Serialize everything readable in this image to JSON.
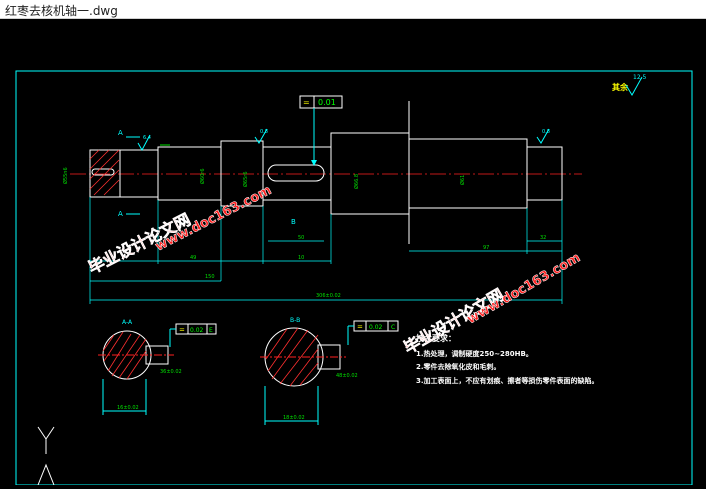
{
  "window": {
    "title": "红枣去核机轴一.dwg"
  },
  "colors": {
    "canvas": "#000000",
    "outline": "#ffffff",
    "dimension": "#00e000",
    "centerline": "#ff2020",
    "frame": "#00ffff",
    "leader": "#00ffff",
    "tolerance": "#ffff00",
    "watermark": "#ff2020",
    "hatch": "#ff3030"
  },
  "drawing": {
    "roughness_note": {
      "label": "其余",
      "value": "12.5"
    },
    "roughness": [
      "6.4",
      "0.8",
      "0.8"
    ],
    "section_marks": [
      "A",
      "A",
      "B"
    ],
    "tolerance_top": "0.01",
    "dims": {
      "d_left": "Ø55n6",
      "d_mid1": "Ø60r6",
      "d_mid2": "Ø65r6",
      "d_mid3": "Ø66.8",
      "d_right": "Ø61",
      "len_left": "49",
      "len_mid": "50",
      "len_mid2": "10",
      "len_right": "97",
      "len_right2": "32",
      "len_total_a": "150",
      "len_total": "306±0.02"
    },
    "sections": {
      "aa": {
        "label": "A-A",
        "tol_symbol": "=",
        "tol_value": "0.02",
        "datum": "E",
        "width": "16±0.02",
        "depth": "36±0.02"
      },
      "bb": {
        "label": "B-B",
        "tol_symbol": "=",
        "tol_value": "0.02",
        "datum": "C",
        "width": "18±0.02",
        "depth": "48±0.02"
      }
    },
    "requirements": {
      "heading": "技术要求：",
      "items": [
        "1.热处理，调制硬度250~280HB。",
        "2.零件去除氧化皮和毛刺。",
        "3.加工表面上，不应有划痕、擦者等损伤零件表面的缺陷。"
      ]
    },
    "watermark_cn": "毕业设计论文网",
    "watermark_url": "www.doc163.com"
  }
}
